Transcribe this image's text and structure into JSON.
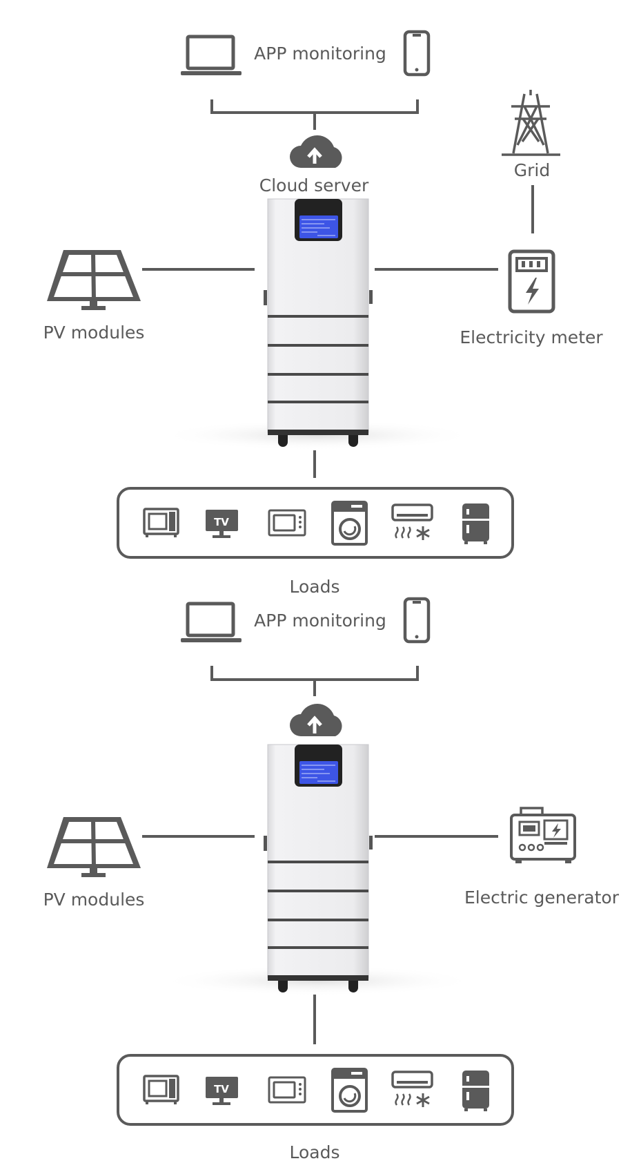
{
  "diagrams": [
    {
      "monitor_label": "APP monitoring",
      "cloud_label": "Cloud server",
      "grid_label": "Grid",
      "pv_label": "PV modules",
      "meter_label": "Electricity meter",
      "loads_label": "Loads",
      "tv_text": "TV"
    },
    {
      "monitor_label": "APP monitoring",
      "pv_label": "PV modules",
      "generator_label": "Electric generator",
      "loads_label": "Loads",
      "tv_text": "TV"
    }
  ],
  "colors": {
    "line": "#5a5a5a",
    "screen": "#3d55e6",
    "cabinet": "#eaeaec",
    "bezel": "#222222"
  },
  "icons": [
    "laptop-icon",
    "smartphone-icon",
    "cloud-upload-icon",
    "power-tower-icon",
    "solar-panel-icon",
    "electricity-meter-icon",
    "generator-icon",
    "microwave-icon",
    "tv-icon",
    "oven-icon",
    "washing-machine-icon",
    "air-conditioner-icon",
    "refrigerator-icon"
  ]
}
